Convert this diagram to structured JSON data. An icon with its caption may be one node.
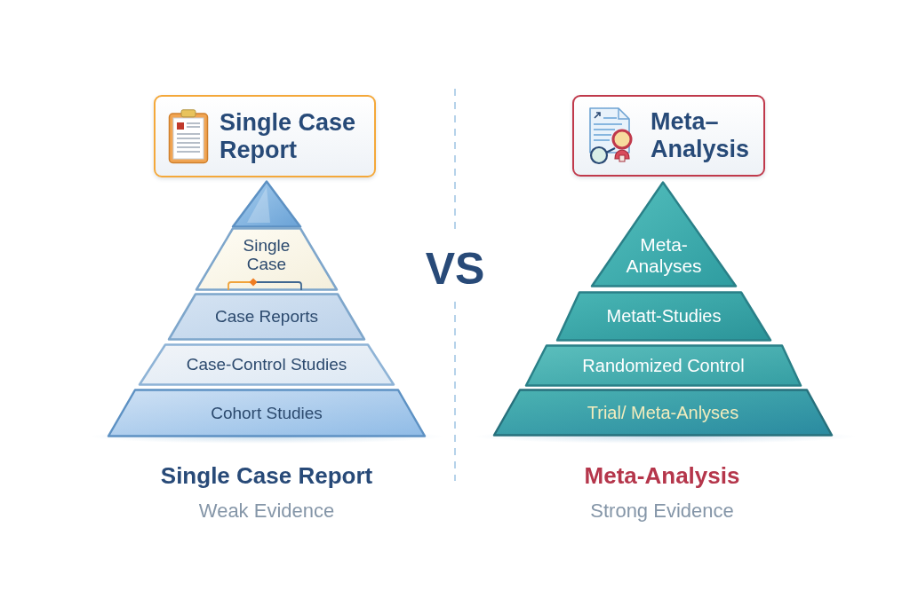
{
  "diagram": {
    "nodes": [
      {
        "text": [
          "Single Case Report"
        ]
      },
      {
        "text": [],
        "shape": "triangle"
      },
      {
        "text": [
          "Single Case"
        ]
      },
      {
        "text": [
          "Case Reports"
        ]
      },
      {
        "text": [
          "Case-Control Studies"
        ]
      },
      {
        "text": [
          "Cohort Studies"
        ]
      },
      {
        "text": [
          "Meta– Analysis"
        ]
      },
      {
        "text": [
          "Meta- Analyses"
        ]
      },
      {
        "text": [
          "Metatt-Studies"
        ]
      },
      {
        "text": [
          "Randomized Control"
        ]
      },
      {
        "text": [
          "Trial/ Meta-Anlyses"
        ]
      }
    ],
    "labels": [
      "VS",
      "Single Case Report",
      "Weak Evidence",
      "Meta-Analysis",
      "Strong Evidence"
    ]
  }
}
